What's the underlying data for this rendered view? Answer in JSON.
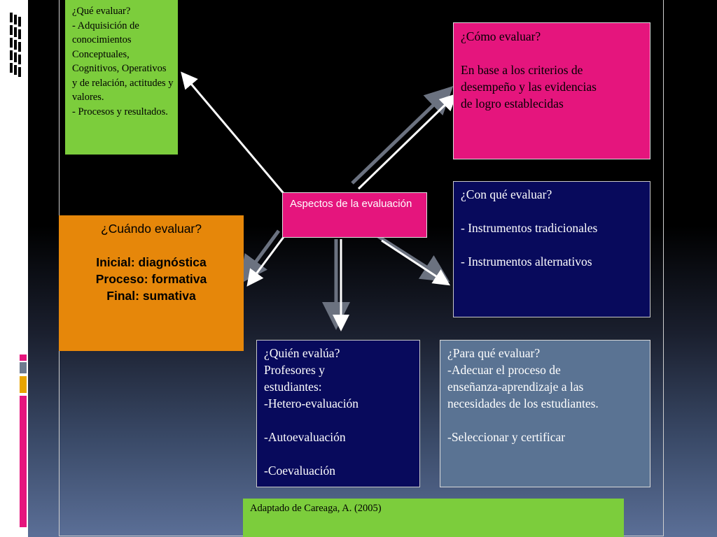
{
  "left_decoration": {
    "bars": [
      {
        "color": "#ffffff"
      },
      {
        "color": "#e5157d"
      },
      {
        "color": "#6e7b8f"
      },
      {
        "color": "#e8a400"
      },
      {
        "color": "#e5157d"
      }
    ]
  },
  "diagram": {
    "center": {
      "label": "Aspectos de la evaluación"
    },
    "que": {
      "lines": [
        "¿Qué evaluar?",
        "- Adquisición de conocimientos Conceptuales, Cognitivos, Operativos y de relación, actitudes y valores.",
        "- Procesos y resultados."
      ]
    },
    "como": {
      "title": "¿Cómo evaluar?",
      "body": [
        "En base a los criterios de",
        "desempeño y las evidencias",
        "de logro establecidas"
      ]
    },
    "con": {
      "title": "¿Con qué evaluar?",
      "item1": "- Instrumentos tradicionales",
      "item2": "- Instrumentos alternativos"
    },
    "cuando": {
      "title": "¿Cuándo evaluar?",
      "lines": [
        "Inicial: diagnóstica",
        "Proceso: formativa",
        "Final: sumativa"
      ]
    },
    "quien": {
      "title": "¿Quién  evalúa?",
      "lines": [
        "Profesores y",
        "estudiantes:",
        "-Hetero-evaluación"
      ],
      "item2": "-Autoevaluación",
      "item3": "-Coevaluación"
    },
    "para": {
      "title": "¿Para qué evaluar?",
      "lines": [
        "-Adecuar el proceso de",
        "enseñanza-aprendizaje a las",
        "necesidades de los estudiantes."
      ],
      "item2": "-Seleccionar y certificar"
    }
  },
  "footer": {
    "citation": "Adaptado de Careaga, A. (2005)"
  },
  "colors": {
    "green": "#7ccd3c",
    "magenta": "#e5157d",
    "navy": "#080a5c",
    "steel": "#5a7393",
    "orange": "#e6870a"
  }
}
